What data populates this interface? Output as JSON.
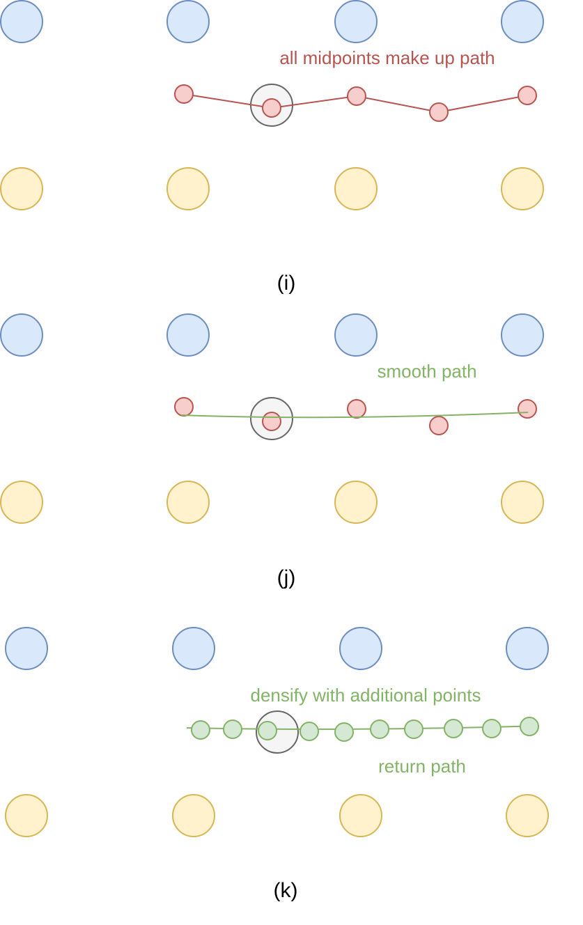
{
  "panels": [
    {
      "caption": "(i)",
      "annotation": "all midpoints make up path",
      "annotation_color": "#b85450"
    },
    {
      "caption": "(j)",
      "annotation": "smooth path",
      "annotation_color": "#82b366"
    },
    {
      "caption": "(k)",
      "annotation": "densify with additional points",
      "annotation_color": "#82b366",
      "secondary_annotation": "return path"
    }
  ],
  "colors": {
    "blue_fill": "#dae8fc",
    "blue_stroke": "#6c8ebf",
    "yellow_fill": "#fff2cc",
    "yellow_stroke": "#d6b656",
    "red_fill": "#f8cecc",
    "red_stroke": "#b85450",
    "green_fill": "#d5e8d4",
    "green_stroke": "#82b366",
    "highlight_fill": "#f5f5f5",
    "highlight_stroke": "#666666"
  }
}
